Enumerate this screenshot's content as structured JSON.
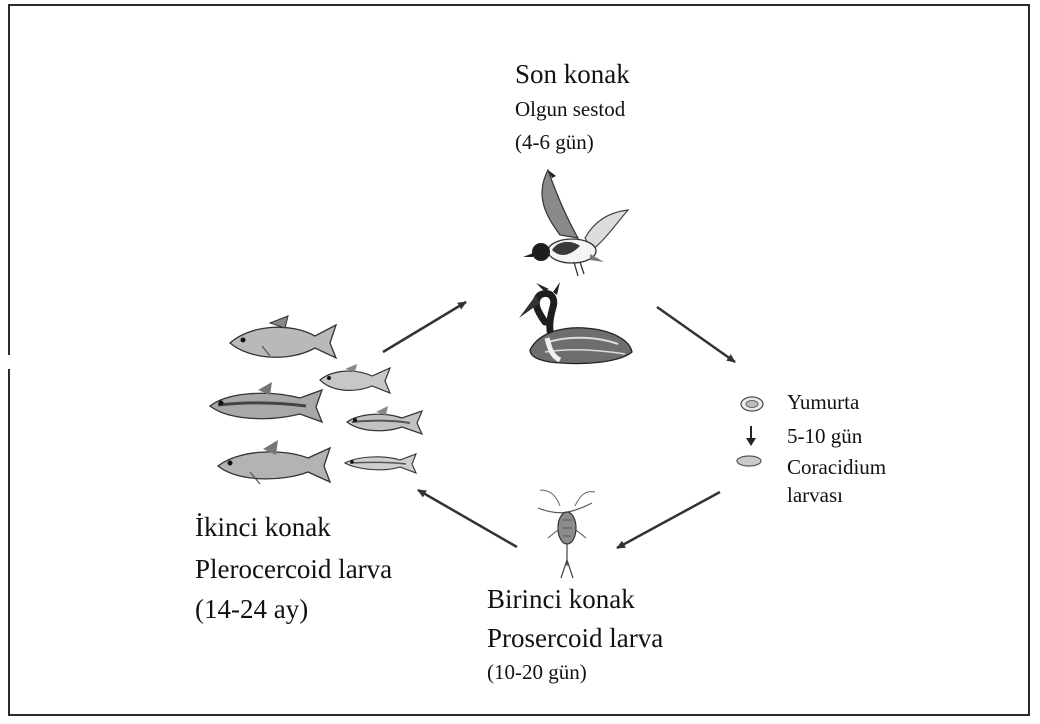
{
  "final_host": {
    "title": "Son konak",
    "stage": "Olgun sestod",
    "duration": "(4-6 gün)"
  },
  "egg_stage": {
    "egg": "Yumurta",
    "duration": "5-10 gün",
    "larva_line1": "Coracidium",
    "larva_line2": "larvası"
  },
  "second_host": {
    "title": "İkinci konak",
    "stage": "Plerocercoid larva",
    "duration": "(14-24 ay)"
  },
  "first_host": {
    "title": "Birinci konak",
    "stage": "Prosercoid larva",
    "duration": "(10-20 gün)"
  }
}
